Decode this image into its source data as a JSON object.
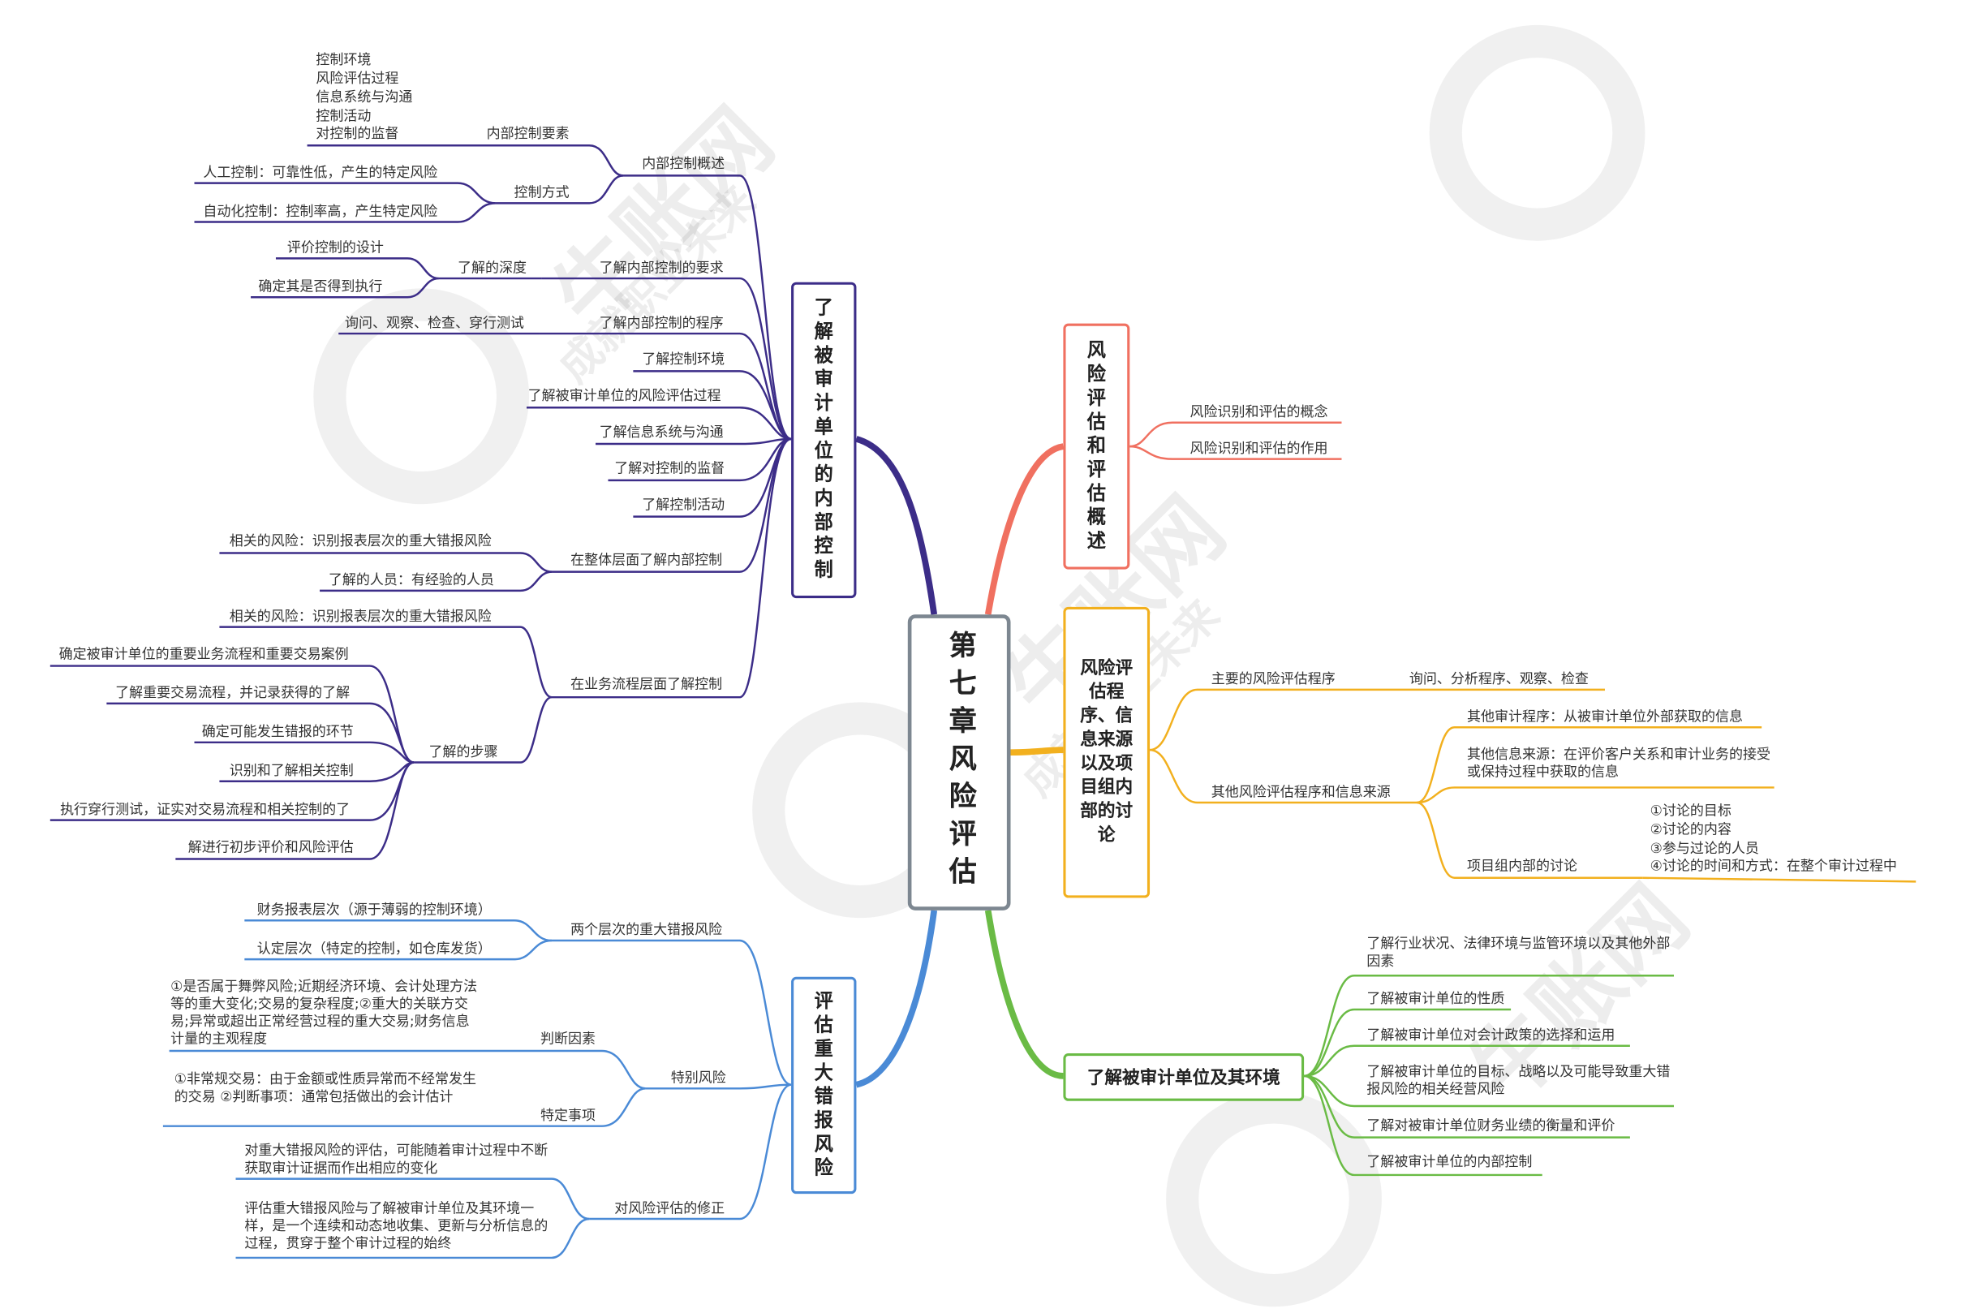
{
  "center": "第七章风险评估",
  "colors": {
    "center": "#7d8791",
    "purple": "#3c2d88",
    "red": "#f07060",
    "orange": "#f2b01e",
    "green": "#6abb45",
    "blue": "#4a8ad6"
  },
  "watermark": {
    "brand": "牛账网",
    "slogan": "成就职业未来"
  },
  "branches": {
    "internal_control": {
      "title": "了解被审计单位的内部控制",
      "overview": "内部控制概述",
      "elements": "内部控制要素",
      "element_items": [
        "控制环境",
        "风险评估过程",
        "信息系统与沟通",
        "控制活动",
        "对控制的监督"
      ],
      "methods": "控制方式",
      "manual": "人工控制：可靠性低，产生的特定风险",
      "auto": "自动化控制：控制率高，产生特定风险",
      "requirement": "了解内部控制的要求",
      "depth": "了解的深度",
      "depth_1": "评价控制的设计",
      "depth_2": "确定其是否得到执行",
      "procedure": "了解内部控制的程序",
      "procedure_detail": "询问、观察、检查、穿行测试",
      "env": "了解控制环境",
      "risk_process": "了解被审计单位的风险评估过程",
      "info": "了解信息系统与沟通",
      "monitor": "了解对控制的监督",
      "activity": "了解控制活动",
      "entity_level": "在整体层面了解内部控制",
      "entity_risk": "相关的风险：识别报表层次的重大错报风险",
      "entity_people": "了解的人员：有经验的人员",
      "process_level": "在业务流程层面了解控制",
      "process_risk": "相关的风险：识别报表层次的重大错报风险",
      "steps": "了解的步骤",
      "step_items": [
        "确定被审计单位的重要业务流程和重要交易案例",
        "了解重要交易流程，并记录获得的了解",
        "确定可能发生错报的环节",
        "识别和了解相关控制",
        "执行穿行测试，证实对交易流程和相关控制的了",
        "解进行初步评价和风险评估"
      ]
    },
    "risk_overview": {
      "title": "风险评估和评估概述",
      "items": [
        "风险识别和评估的概念",
        "风险识别和评估的作用"
      ]
    },
    "procedures": {
      "title": "风险评估程序、信息来源以及项目组内部的讨论",
      "main": "主要的风险评估程序",
      "main_detail": "询问、分析程序、观察、检查",
      "other": "其他风险评估程序和信息来源",
      "other_1": "其他审计程序：从被审计单位外部获取的信息",
      "other_2": "其他信息来源：在评价客户关系和审计业务的接受或保持过程中获取的信息",
      "team": "项目组内部的讨论",
      "team_items": [
        "①讨论的目标",
        "②讨论的内容",
        "③参与过论的人员",
        "④讨论的时间和方式：在整个审计过程中"
      ]
    },
    "entity": {
      "title": "了解被审计单位及其环境",
      "items": [
        "了解行业状况、法律环境与监管环境以及其他外部因素",
        "了解被审计单位的性质",
        "了解被审计单位对会计政策的选择和运用",
        "了解被审计单位的目标、战略以及可能导致重大错报风险的相关经营风险",
        "了解对被审计单位财务业绩的衡量和评价",
        "了解被审计单位的内部控制"
      ]
    },
    "assess": {
      "title": "评估重大错报风险",
      "two_levels": "两个层次的重大错报风险",
      "level_1": "财务报表层次（源于薄弱的控制环境）",
      "level_2": "认定层次（特定的控制，如仓库发货）",
      "special": "特别风险",
      "factors": "判断因素",
      "factors_detail": "①是否属于舞弊风险;近期经济环境、会计处理方法等的重大变化;交易的复杂程度;②重大的关联方交易;异常或超出正常经营过程的重大交易;财务信息计量的主观程度",
      "specific": "特定事项",
      "specific_detail": "①非常规交易：由于金额或性质异常而不经常发生的交易 ②判断事项：通常包括做出的会计估计",
      "revision": "对风险评估的修正",
      "revision_1": "对重大错报风险的评估，可能随着审计过程中不断获取审计证据而作出相应的变化",
      "revision_2": "评估重大错报风险与了解被审计单位及其环境一样，是一个连续和动态地收集、更新与分析信息的过程，贯穿于整个审计过程的始终"
    }
  }
}
